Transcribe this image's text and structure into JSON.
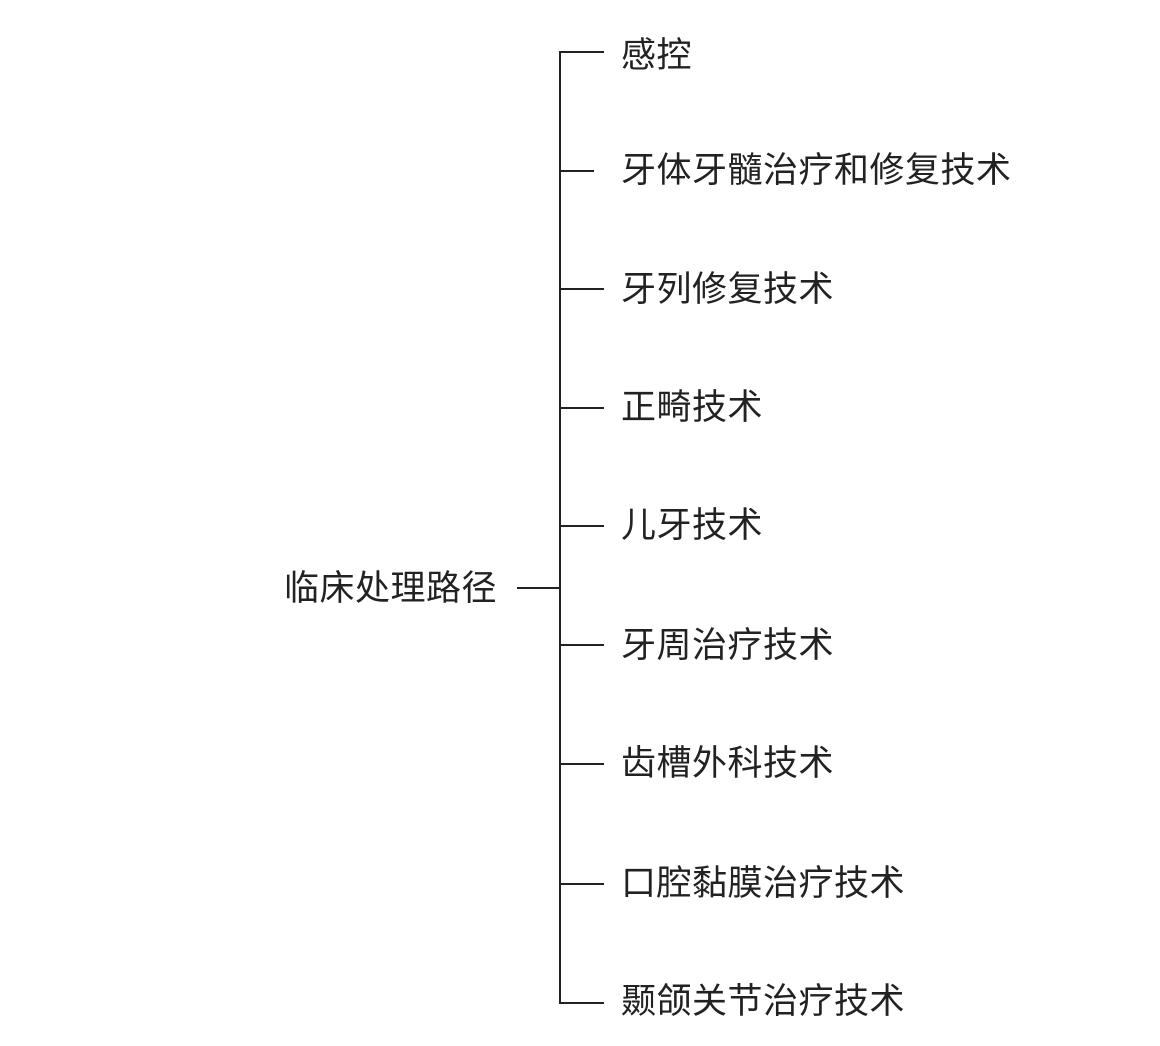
{
  "diagram": {
    "root": {
      "label": "临床处理路径"
    },
    "children": [
      {
        "label": "感控"
      },
      {
        "label": "牙体牙髓治疗和修复技术"
      },
      {
        "label": "牙列修复技术"
      },
      {
        "label": "正畸技术"
      },
      {
        "label": "儿牙技术"
      },
      {
        "label": "牙周治疗技术"
      },
      {
        "label": "齿槽外科技术"
      },
      {
        "label": "口腔黏膜治疗技术"
      },
      {
        "label": "颞颌关节治疗技术"
      }
    ],
    "line_color": "#222222"
  }
}
